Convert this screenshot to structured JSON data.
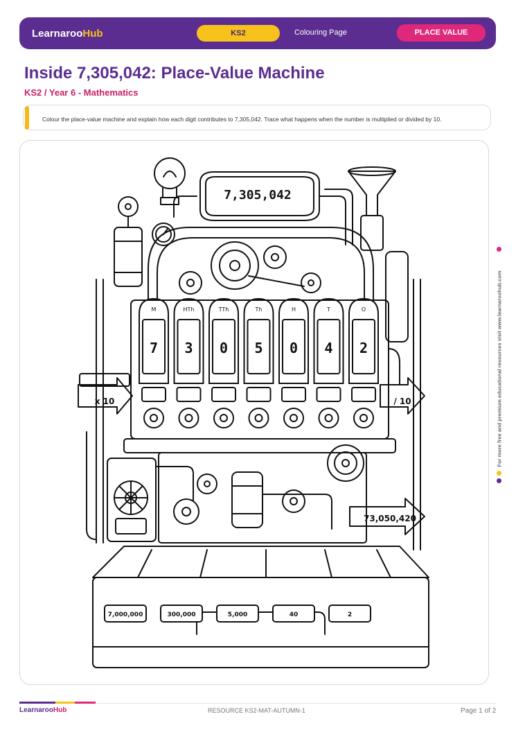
{
  "header": {
    "brand_main": "Learnaroo",
    "brand_accent": "Hub",
    "level_pill": "KS2",
    "page_type": "Colouring Page",
    "topic_pill": "PLACE VALUE"
  },
  "title": "Inside 7,305,042: Place-Value Machine",
  "subtitle": "KS2 / Year 6 - Mathematics",
  "instruction": "Colour the place-value machine and explain how each digit contributes to 7,305,042. Trace what happens when the number is multiplied or divided by 10.",
  "machine": {
    "display_number": "7,305,042",
    "columns": [
      {
        "label": "M",
        "digit": "7"
      },
      {
        "label": "HTh",
        "digit": "3"
      },
      {
        "label": "TTh",
        "digit": "0"
      },
      {
        "label": "Th",
        "digit": "5"
      },
      {
        "label": "H",
        "digit": "0"
      },
      {
        "label": "T",
        "digit": "4"
      },
      {
        "label": "O",
        "digit": "2"
      }
    ],
    "multiply_label": "x 10",
    "divide_label": "/ 10",
    "result_label": "73,050,420",
    "drawer_values": [
      "7,000,000",
      "300,000",
      "5,000",
      "40",
      "2"
    ]
  },
  "side_text": "For more free and premium educational resources visit www.learnaroohub.com",
  "footer": {
    "brand_main": "Learnaroo",
    "brand_accent": "Hub",
    "resource_code": "RESOURCE KS2-MAT-AUTUMN-1",
    "page": "Page 1 of 2"
  },
  "colors": {
    "purple": "#5b2d91",
    "yellow": "#f7c21b",
    "pink": "#e0287a"
  }
}
